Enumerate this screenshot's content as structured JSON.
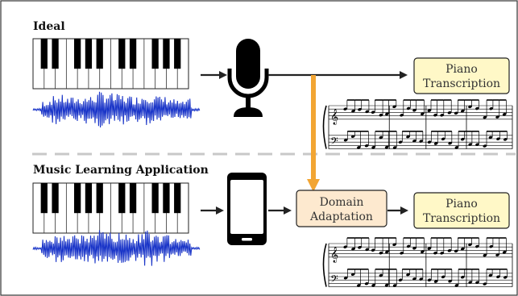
{
  "sections": {
    "ideal": {
      "label": "Ideal"
    },
    "app": {
      "label": "Music Learning Application"
    }
  },
  "boxes": {
    "piano_transcription_top": {
      "line1": "Piano",
      "line2": "Transcription"
    },
    "domain_adaptation": {
      "line1": "Domain",
      "line2": "Adaptation"
    },
    "piano_transcription_bottom": {
      "line1": "Piano",
      "line2": "Transcription"
    }
  },
  "icons": {
    "microphone": "microphone-icon",
    "smartphone": "smartphone-icon",
    "keyboard": "piano-keyboard-icon",
    "waveform": "audio-waveform-icon",
    "sheet_music": "sheet-music-icon"
  },
  "colors": {
    "frame": "#333333",
    "waveform": "#1a35c8",
    "transcription_box_fill": "#fff8c7",
    "domain_box_fill": "#fde9cf",
    "box_stroke": "#222222",
    "adaptation_arrow": "#f2a533",
    "divider": "#c8c8c8"
  }
}
